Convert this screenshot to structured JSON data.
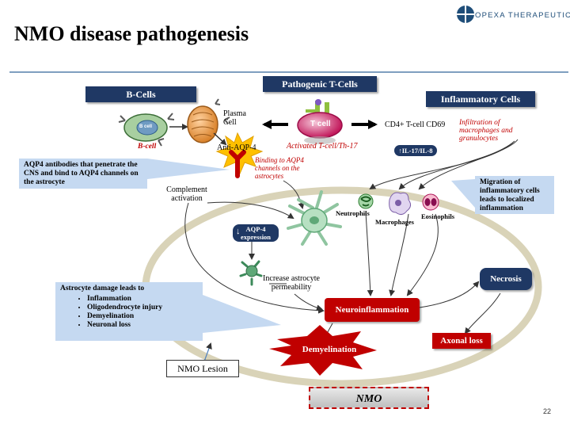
{
  "header": {
    "title": "NMO disease pathogenesis",
    "logo_text": "OPEXA THERAPEUTICS"
  },
  "labels": {
    "b_cells": "B-Cells",
    "pathogenic_t_cells": "Pathogenic T-Cells",
    "inflammatory_cells": "Inflammatory Cells",
    "b_cell_inner": "B cell",
    "b_cell_caption": "B-cell",
    "plasma_cell": "Plasma Cell",
    "anti_aqp4": "Anti-AQP-4",
    "t_cell_inner": "T cell",
    "activated_t_cell": "Activated T-cell/Th-17",
    "cd4": "CD4+ T-cell CD69",
    "infiltration": "Infiltration of macrophages and granulocytes",
    "il17": "IL-17/IL-8",
    "binding_aqp4": "Binding to AQP4 channels on the astrocytes",
    "complement": "Complement activation",
    "neutrophils": "Neutrophils",
    "macrophages": "Macrophages",
    "eosinophils": "Eosinophils",
    "aqp4_expression_1": "AQP-4",
    "aqp4_expression_2": "expression",
    "increase_perm": "Increase astrocyte permeability",
    "necrosis": "Necrosis",
    "neuroinflammation": "Neuroinflammation",
    "axonal_loss": "Axonal loss",
    "demyelination": "Demyelination",
    "nmo_lesion": "NMO Lesion",
    "nmo": "NMO",
    "page_number": "22"
  },
  "callouts": {
    "aqp4_antibodies": "AQP4 antibodies that penetrate the CNS and bind to AQP4 channels on the astrocyte",
    "migration": "Migration of inflammatory cells leads to localized inflammation",
    "astrocyte_damage_title": "Astrocyte damage leads to",
    "astrocyte_damage_items": [
      "Inflammation",
      "Oligodendrocyte injury",
      "Demyelination",
      "Neuronal loss"
    ]
  },
  "colors": {
    "navy": "#1f3864",
    "red": "#c00000",
    "callout_blue": "#c5d9f1",
    "lesion_ring": "#d9d3b8"
  }
}
